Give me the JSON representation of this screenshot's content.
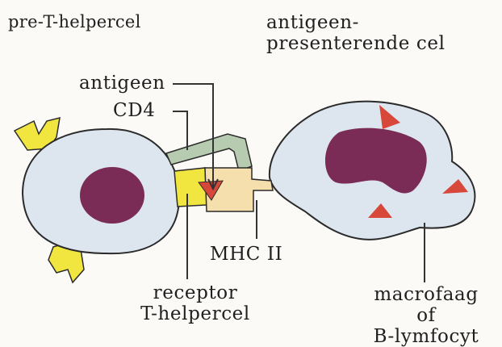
{
  "titles": {
    "left": "pre-T-helpercel",
    "right_line1": "antigeen-",
    "right_line2": "presenterende cel"
  },
  "labels": {
    "antigen": "antigeen",
    "cd4": "CD4",
    "mhc": "MHC II",
    "receptor_line1": "receptor",
    "receptor_line2": "T-helpercel",
    "macro_line1": "macrofaag",
    "macro_line2": "of",
    "macro_line3": "B-lymfocyt"
  },
  "colors": {
    "background": "#fbfaf6",
    "cell_fill": "#dde6ef",
    "cell_outline": "#2b2b2b",
    "nucleus": "#7a2b56",
    "receptor_yellow": "#f1e640",
    "mhc_peach": "#f5dfac",
    "cd4_green": "#b7cbb1",
    "antigen_red": "#d8483a",
    "line": "#333333"
  }
}
